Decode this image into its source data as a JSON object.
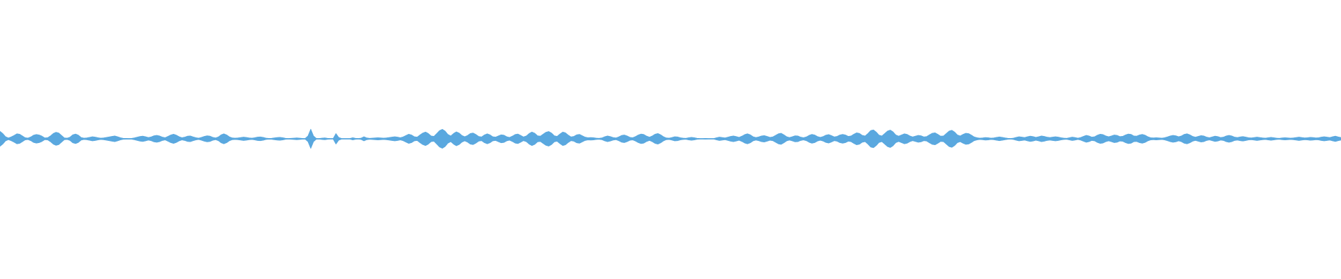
{
  "waveform": {
    "color": "#5aa8df",
    "amplitudes": [
      0.78,
      0.55,
      0.22,
      0.1,
      0.2,
      0.35,
      0.52,
      0.48,
      0.3,
      0.12,
      0.09,
      0.2,
      0.38,
      0.45,
      0.4,
      0.28,
      0.1,
      0.12,
      0.3,
      0.55,
      0.68,
      0.6,
      0.35,
      0.1,
      0.08,
      0.18,
      0.42,
      0.5,
      0.38,
      0.14,
      0.08,
      0.1,
      0.16,
      0.22,
      0.18,
      0.12,
      0.08,
      0.1,
      0.15,
      0.2,
      0.26,
      0.3,
      0.22,
      0.12,
      0.06,
      0.05,
      0.04,
      0.05,
      0.1,
      0.18,
      0.25,
      0.28,
      0.22,
      0.14,
      0.2,
      0.32,
      0.36,
      0.3,
      0.18,
      0.12,
      0.26,
      0.4,
      0.48,
      0.38,
      0.22,
      0.12,
      0.18,
      0.28,
      0.3,
      0.2,
      0.12,
      0.08,
      0.16,
      0.26,
      0.32,
      0.28,
      0.16,
      0.1,
      0.2,
      0.42,
      0.52,
      0.4,
      0.2,
      0.1,
      0.08,
      0.1,
      0.14,
      0.18,
      0.15,
      0.1,
      0.08,
      0.12,
      0.18,
      0.2,
      0.16,
      0.08,
      0.05,
      0.06,
      0.1,
      0.14,
      0.16,
      0.12,
      0.06,
      0.04,
      0.06,
      0.08,
      0.1,
      0.08,
      0.05,
      0.04,
      0.3,
      1.0,
      0.3,
      0.05,
      0.03,
      0.08,
      0.1,
      0.06,
      0.04,
      0.03,
      0.55,
      0.15,
      0.04,
      0.03,
      0.02,
      0.04,
      0.12,
      0.06,
      0.04,
      0.08,
      0.22,
      0.1,
      0.06,
      0.08,
      0.1,
      0.12,
      0.1,
      0.08,
      0.1,
      0.14,
      0.18,
      0.22,
      0.18,
      0.12,
      0.2,
      0.35,
      0.48,
      0.4,
      0.22,
      0.18,
      0.4,
      0.6,
      0.7,
      0.55,
      0.3,
      0.26,
      0.55,
      0.85,
      0.98,
      0.8,
      0.45,
      0.3,
      0.55,
      0.72,
      0.6,
      0.35,
      0.22,
      0.35,
      0.55,
      0.6,
      0.45,
      0.25,
      0.2,
      0.4,
      0.52,
      0.42,
      0.22,
      0.18,
      0.3,
      0.42,
      0.38,
      0.22,
      0.15,
      0.28,
      0.45,
      0.5,
      0.36,
      0.2,
      0.3,
      0.55,
      0.7,
      0.58,
      0.32,
      0.28,
      0.48,
      0.68,
      0.76,
      0.6,
      0.32,
      0.26,
      0.5,
      0.7,
      0.62,
      0.38,
      0.2,
      0.26,
      0.42,
      0.46,
      0.32,
      0.18,
      0.12,
      0.14,
      0.12,
      0.08,
      0.06,
      0.1,
      0.22,
      0.3,
      0.24,
      0.14,
      0.1,
      0.2,
      0.35,
      0.4,
      0.3,
      0.16,
      0.12,
      0.24,
      0.4,
      0.5,
      0.45,
      0.28,
      0.18,
      0.3,
      0.48,
      0.55,
      0.42,
      0.22,
      0.1,
      0.08,
      0.14,
      0.22,
      0.2,
      0.12,
      0.08,
      0.06,
      0.12,
      0.16,
      0.12,
      0.06,
      0.04,
      0.03,
      0.05,
      0.02,
      0.01,
      0.02,
      0.12,
      0.18,
      0.14,
      0.1,
      0.18,
      0.26,
      0.3,
      0.24,
      0.16,
      0.28,
      0.44,
      0.52,
      0.42,
      0.22,
      0.14,
      0.2,
      0.3,
      0.34,
      0.26,
      0.16,
      0.2,
      0.36,
      0.52,
      0.58,
      0.42,
      0.22,
      0.14,
      0.22,
      0.32,
      0.3,
      0.18,
      0.12,
      0.2,
      0.36,
      0.46,
      0.4,
      0.24,
      0.16,
      0.24,
      0.38,
      0.44,
      0.34,
      0.2,
      0.26,
      0.4,
      0.46,
      0.4,
      0.26,
      0.3,
      0.48,
      0.62,
      0.56,
      0.36,
      0.3,
      0.55,
      0.85,
      0.92,
      0.7,
      0.38,
      0.3,
      0.55,
      0.8,
      0.9,
      0.72,
      0.4,
      0.28,
      0.4,
      0.52,
      0.46,
      0.3,
      0.2,
      0.28,
      0.36,
      0.32,
      0.2,
      0.24,
      0.42,
      0.58,
      0.62,
      0.46,
      0.28,
      0.3,
      0.55,
      0.8,
      0.88,
      0.7,
      0.4,
      0.3,
      0.46,
      0.58,
      0.54,
      0.38,
      0.2,
      0.12,
      0.08,
      0.1,
      0.14,
      0.12,
      0.08,
      0.1,
      0.16,
      0.2,
      0.16,
      0.1,
      0.06,
      0.04,
      0.08,
      0.16,
      0.22,
      0.18,
      0.14,
      0.22,
      0.28,
      0.24,
      0.16,
      0.22,
      0.3,
      0.26,
      0.18,
      0.14,
      0.18,
      0.22,
      0.18,
      0.12,
      0.08,
      0.06,
      0.12,
      0.18,
      0.14,
      0.08,
      0.14,
      0.26,
      0.36,
      0.3,
      0.18,
      0.22,
      0.38,
      0.48,
      0.44,
      0.3,
      0.22,
      0.3,
      0.4,
      0.36,
      0.24,
      0.26,
      0.4,
      0.5,
      0.46,
      0.3,
      0.28,
      0.4,
      0.46,
      0.38,
      0.22,
      0.12,
      0.1,
      0.12,
      0.1,
      0.08,
      0.12,
      0.2,
      0.3,
      0.36,
      0.32,
      0.22,
      0.3,
      0.46,
      0.52,
      0.42,
      0.26,
      0.18,
      0.26,
      0.34,
      0.3,
      0.18,
      0.12,
      0.2,
      0.28,
      0.24,
      0.14,
      0.18,
      0.3,
      0.36,
      0.3,
      0.18,
      0.14,
      0.2,
      0.24,
      0.18,
      0.12,
      0.1,
      0.14,
      0.18,
      0.14,
      0.1,
      0.08,
      0.12,
      0.16,
      0.12,
      0.08,
      0.06,
      0.1,
      0.12,
      0.1,
      0.08,
      0.1,
      0.14,
      0.18,
      0.14,
      0.1,
      0.12,
      0.16,
      0.14,
      0.1,
      0.12,
      0.18,
      0.22,
      0.18,
      0.14,
      0.22,
      0.28,
      0.2,
      0.14
    ]
  }
}
